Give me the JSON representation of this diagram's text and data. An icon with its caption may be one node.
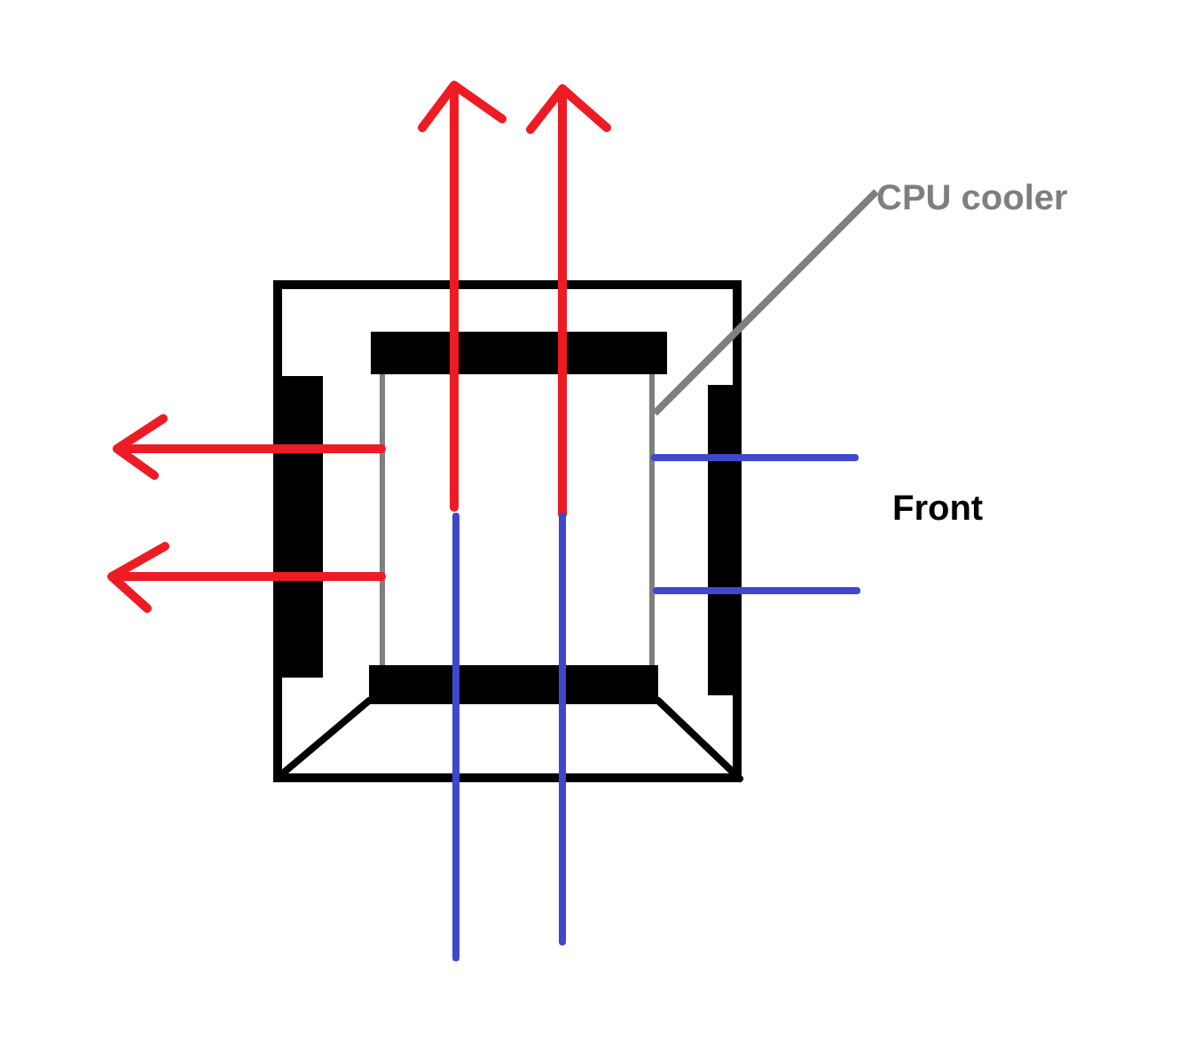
{
  "diagram": {
    "nodes": [
      {
        "text": [
          "CPU cooler"
        ]
      },
      {
        "text": [],
        "shape": "box"
      }
    ],
    "edges": [
      {
        "from": 0,
        "to": 1,
        "arrow": "none"
      }
    ],
    "labels": [
      "Front"
    ]
  }
}
